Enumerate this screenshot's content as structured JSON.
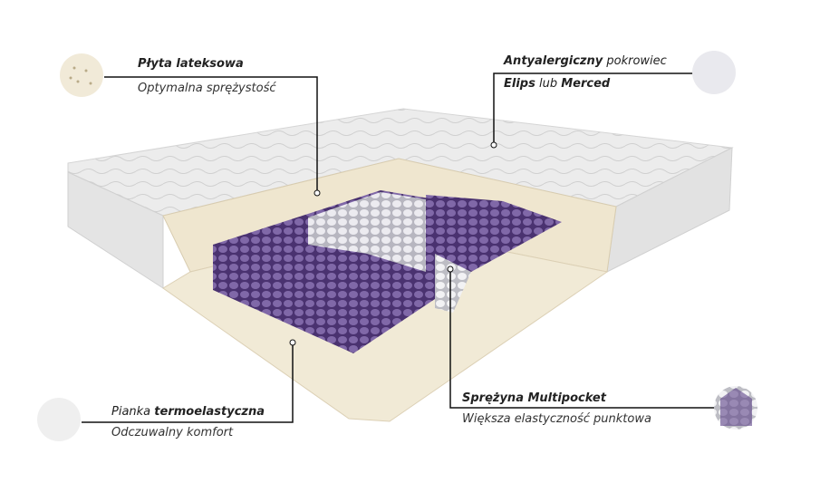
{
  "callouts": {
    "latex": {
      "title": "Płyta lateksowa",
      "subtitle": "Optymalna sprężystość"
    },
    "cover": {
      "title_bold": "Antyalergiczny",
      "title_rest": " pokrowiec",
      "sub_bold1": "Elips",
      "sub_mid": " lub ",
      "sub_bold2": "Merced"
    },
    "foam": {
      "title_plain": "Pianka ",
      "title_bold": "termoelastyczna",
      "subtitle": "Odczuwalny komfort"
    },
    "spring": {
      "title": "Sprężyna Multipocket",
      "subtitle": "Większa elastyczność punktowa"
    }
  },
  "colors": {
    "spring_purple": "#5e4388",
    "latex": "#efe6cf",
    "cover": "#ececec"
  }
}
